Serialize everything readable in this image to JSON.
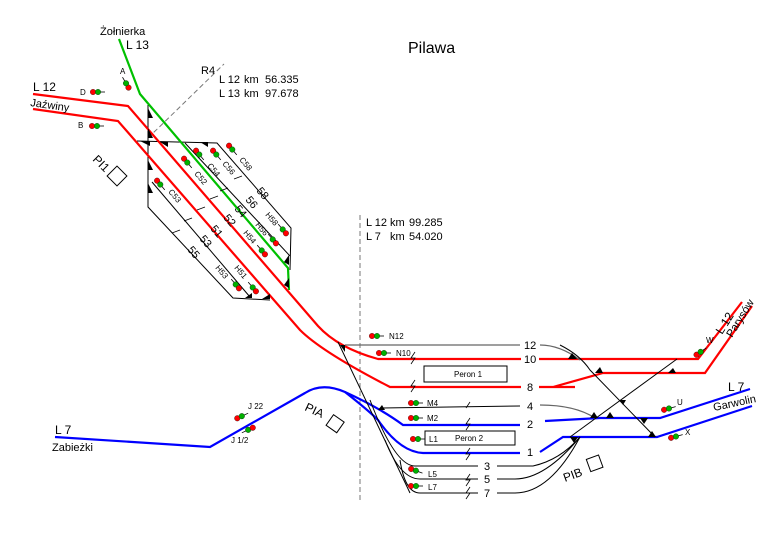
{
  "title": "Pilawa",
  "colors": {
    "line_l12": "#ff0000",
    "line_l13": "#00c000",
    "line_l7": "#0000ff"
  },
  "lines": {
    "l13": {
      "name": "L 13",
      "direction": "Żołnierka"
    },
    "l12_west": {
      "name": "L 12",
      "direction": "Jaźwiny"
    },
    "l12_east": {
      "name": "L 12",
      "direction": "Parysów"
    },
    "l7_west": {
      "name": "L 7",
      "direction": "Zabieżki"
    },
    "l7_east": {
      "name": "L 7",
      "direction": "Garwolin"
    }
  },
  "km_r4": {
    "label": "R4",
    "rows": [
      {
        "line": "L 12",
        "unit": "km",
        "value": "56.335"
      },
      {
        "line": "L 13",
        "unit": "km",
        "value": "97.678"
      }
    ]
  },
  "km_axis": {
    "rows": [
      {
        "line": "L 12",
        "unit": "km",
        "value": "99.285"
      },
      {
        "line": "L 7",
        "unit": "km",
        "value": "54.020"
      }
    ]
  },
  "posts": {
    "pi1": "PI1",
    "pia": "PIA",
    "pib": "PIB"
  },
  "platforms": {
    "p1": "Peron 1",
    "p2": "Peron 2"
  },
  "tracks_north": [
    "58",
    "56",
    "54",
    "52",
    "51",
    "53",
    "55"
  ],
  "tracks_south": {
    "t12": "12",
    "t10": "10",
    "t8": "8",
    "t4": "4",
    "t2": "2",
    "t1": "1",
    "t3": "3",
    "t5": "5",
    "t7": "7"
  },
  "signals": {
    "A": "A",
    "B": "B",
    "D": "D",
    "C58": "C58",
    "C56": "C56",
    "C54": "C54",
    "C52": "C52",
    "C53": "C53",
    "H58": "H58",
    "H56": "H56",
    "H54": "H54",
    "H51": "H51",
    "H53": "H53",
    "N12": "N12",
    "N10": "N10",
    "M4": "M4",
    "M2": "M2",
    "L1": "L1",
    "L5": "L5",
    "L7": "L7",
    "W": "W",
    "U": "U",
    "X": "X",
    "J22": "J 22",
    "J12": "J 1/2"
  }
}
